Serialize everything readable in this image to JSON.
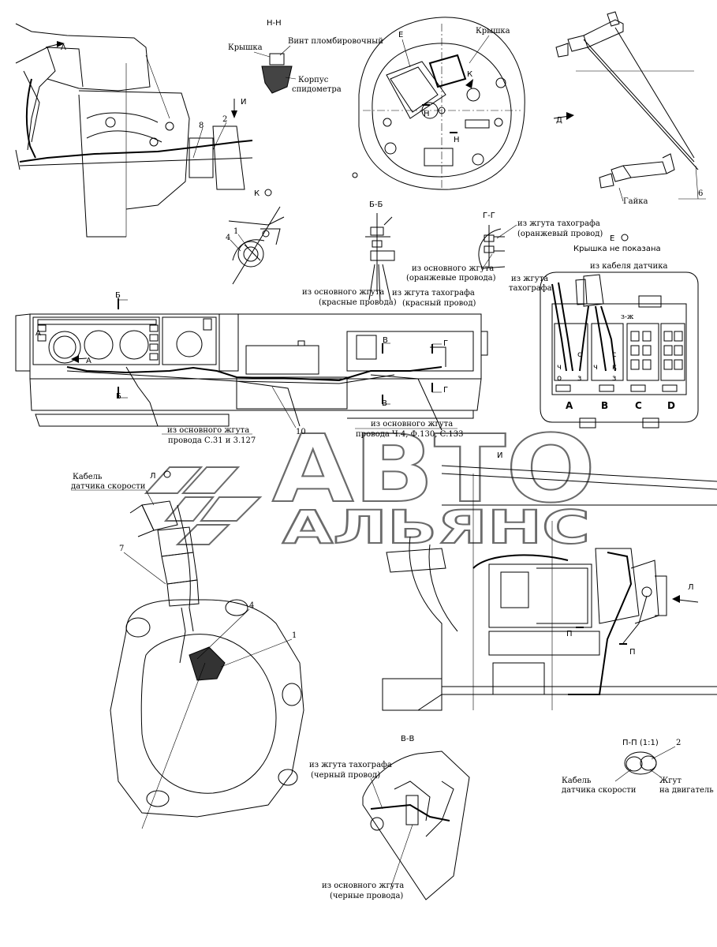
{
  "watermark": {
    "line1": "АВТО",
    "line2": "АЛЬЯНС"
  },
  "views": {
    "nn": {
      "title": "Н-Н",
      "krishka": "Крышка",
      "vint": "Винт пломбировочный",
      "korpus1": "Корпус",
      "korpus2": "спидометра"
    },
    "e_top": {
      "e": "Е",
      "krishka": "Крышка",
      "k": "К",
      "n1": "Н",
      "n2": "Н"
    },
    "d_view": {
      "d": "Д",
      "gayka": "Гайка",
      "num6": "6"
    },
    "main_left": {
      "a": "А",
      "i": "И",
      "num2": "2",
      "num8": "8"
    },
    "k_view": {
      "title": "К",
      "num1": "1",
      "num4": "4"
    },
    "bb": {
      "title": "Б-Б",
      "main1": "из основного жгута",
      "main2": "(красные провода)",
      "tacho1": "из жгута тахографа",
      "tacho2": "(красный провод)"
    },
    "gg": {
      "title": "Г-Г",
      "tacho1": "из жгута тахографа",
      "tacho2": "(оранжевый провод)",
      "main1": "из основного жгута",
      "main2": "(оранжевые провода)"
    },
    "e_detail": {
      "title": "Е",
      "note": "Крышка не показана",
      "sensor": "из кабеля датчика",
      "tacho1": "из жгута",
      "tacho2": "тахографа",
      "zh": "з-ж",
      "cols": [
        "A",
        "B",
        "C",
        "D"
      ],
      "pinsA": [
        "ч",
        "с",
        "о",
        "з"
      ],
      "pinsB": [
        "ч",
        "к",
        "с",
        "з"
      ]
    },
    "dashboard": {
      "b1": "Б",
      "b2": "Б",
      "a": "А",
      "v1": "В",
      "v2": "В",
      "g1": "Г",
      "g2": "Г",
      "main_l1": "из основного жгута",
      "main_l2": "провода С.31 и 3.127",
      "num10": "10",
      "main_r1": "из основного жгута",
      "main_r2": "провода Ч.4, Ф.130, С.133"
    },
    "sensor_view": {
      "l": "Л",
      "cable1": "Кабель",
      "cable2": "датчика скорости",
      "num7": "7",
      "num4": "4",
      "num1": "1"
    },
    "i_view": {
      "i": "И",
      "l": "Л",
      "p1": "П",
      "p2": "П"
    },
    "vv": {
      "title": "В-В",
      "tacho1": "из жгута тахографа",
      "tacho2": "(черный провод)",
      "main1": "из основного жгута",
      "main2": "(черные провода)"
    },
    "pp": {
      "title": "П-П (1:1)",
      "num2": "2",
      "cable1": "Кабель",
      "cable2": "датчика скорости",
      "harness1": "Жгут",
      "harness2": "на двигатель"
    }
  }
}
